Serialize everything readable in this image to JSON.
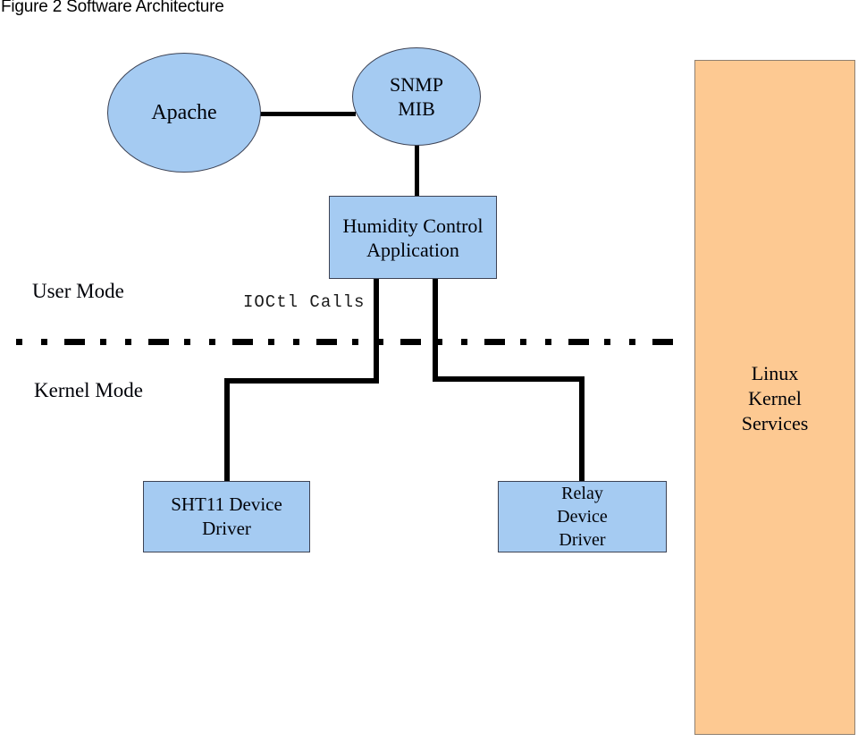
{
  "title": "Figure 2 Software Architecture",
  "colors": {
    "node_fill": "#a5cbf2",
    "node_border": "#3d4355",
    "kernel_fill": "#fdc992",
    "kernel_border": "#8f8070",
    "connector": "#000000",
    "text": "#000208"
  },
  "nodes": {
    "apache": {
      "label": "Apache",
      "shape": "ellipse"
    },
    "snmp_mib": {
      "lines": [
        "SNMP",
        "MIB"
      ],
      "shape": "ellipse"
    },
    "humidity_app": {
      "lines": [
        "Humidity Control",
        "Application"
      ],
      "shape": "box"
    },
    "sht11_driver": {
      "lines": [
        "SHT11 Device",
        "Driver"
      ],
      "shape": "box"
    },
    "relay_driver": {
      "lines": [
        "Relay",
        "Device",
        "Driver"
      ],
      "shape": "box"
    },
    "kernel_services": {
      "lines": [
        "Linux",
        "Kernel",
        "Services"
      ],
      "shape": "panel"
    }
  },
  "labels": {
    "user_mode": "User Mode",
    "ioctl": "IOCtl Calls",
    "kernel_mode": "Kernel Mode"
  },
  "edges": [
    {
      "from": "apache",
      "to": "snmp_mib"
    },
    {
      "from": "snmp_mib",
      "to": "humidity_app"
    },
    {
      "from": "humidity_app",
      "to": "sht11_driver",
      "via": "ioctl"
    },
    {
      "from": "humidity_app",
      "to": "relay_driver",
      "via": "ioctl"
    }
  ],
  "divider": {
    "separates": [
      "User Mode",
      "Kernel Mode"
    ],
    "style": "dash-dot"
  }
}
